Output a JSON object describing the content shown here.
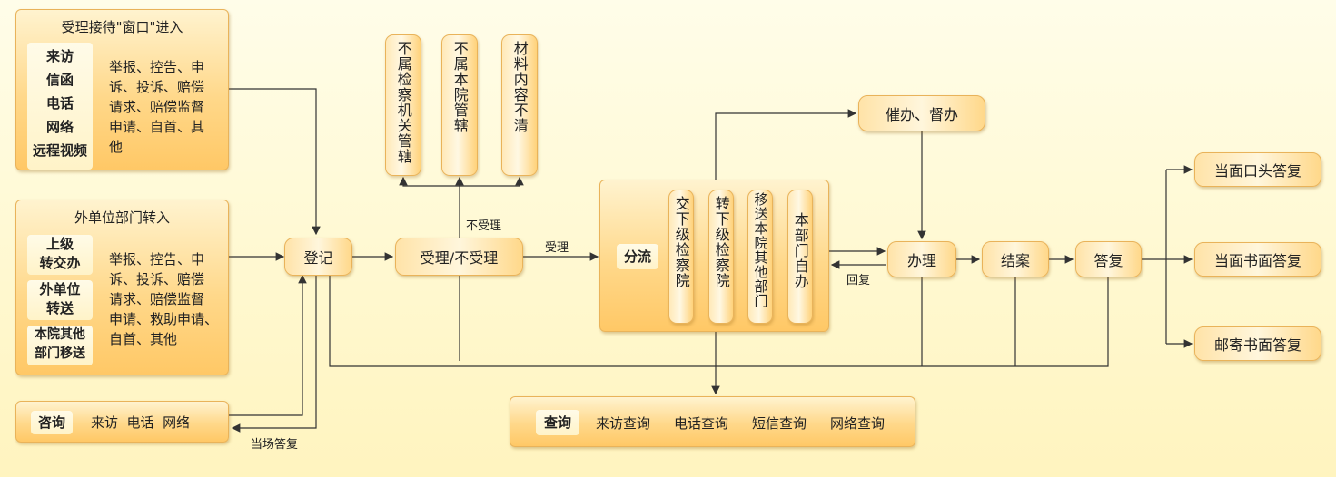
{
  "window_box": {
    "title": "受理接待\"窗口\"进入",
    "channels": [
      "来访",
      "信函",
      "电话",
      "网络",
      "远程视频"
    ],
    "desc_lines": [
      "举报、控告、申",
      "诉、投诉、赔偿",
      "请求、赔偿监督",
      "申请、自首、其",
      "他"
    ]
  },
  "external_box": {
    "title": "外单位部门转入",
    "sources": [
      "上级\n转交办",
      "外单位\n转送",
      "本院其他\n部门移送"
    ],
    "desc_lines": [
      "举报、控告、申",
      "诉、投诉、赔偿",
      "请求、赔偿监督",
      "申请、救助申请、",
      "自首、其他"
    ]
  },
  "consult_box": {
    "label": "咨询",
    "items": "来访  电话  网络"
  },
  "register": "登记",
  "accept": "受理/不受理",
  "not_accept_label": "不受理",
  "accept_label": "受理",
  "reject_boxes": [
    "不属检察机关管辖",
    "不属本院管辖",
    "材料内容不清"
  ],
  "dispatch": {
    "label": "分流",
    "options": [
      "交下级检察院",
      "转下级检察院",
      "移送本院其他部门",
      "本部门自办"
    ]
  },
  "urge": "催办、督办",
  "handle": "办理",
  "reply_back_label": "回复",
  "close": "结案",
  "reply": "答复",
  "reply_modes": [
    "当面口头答复",
    "当面书面答复",
    "邮寄书面答复"
  ],
  "onsite_reply_label": "当场答复",
  "query_box": {
    "label": "查询",
    "items": [
      "来访查询",
      "电话查询",
      "短信查询",
      "网络查询"
    ]
  },
  "colors": {
    "line": "#333333",
    "border": "#e9b35a",
    "fill": "#ffd88a"
  }
}
